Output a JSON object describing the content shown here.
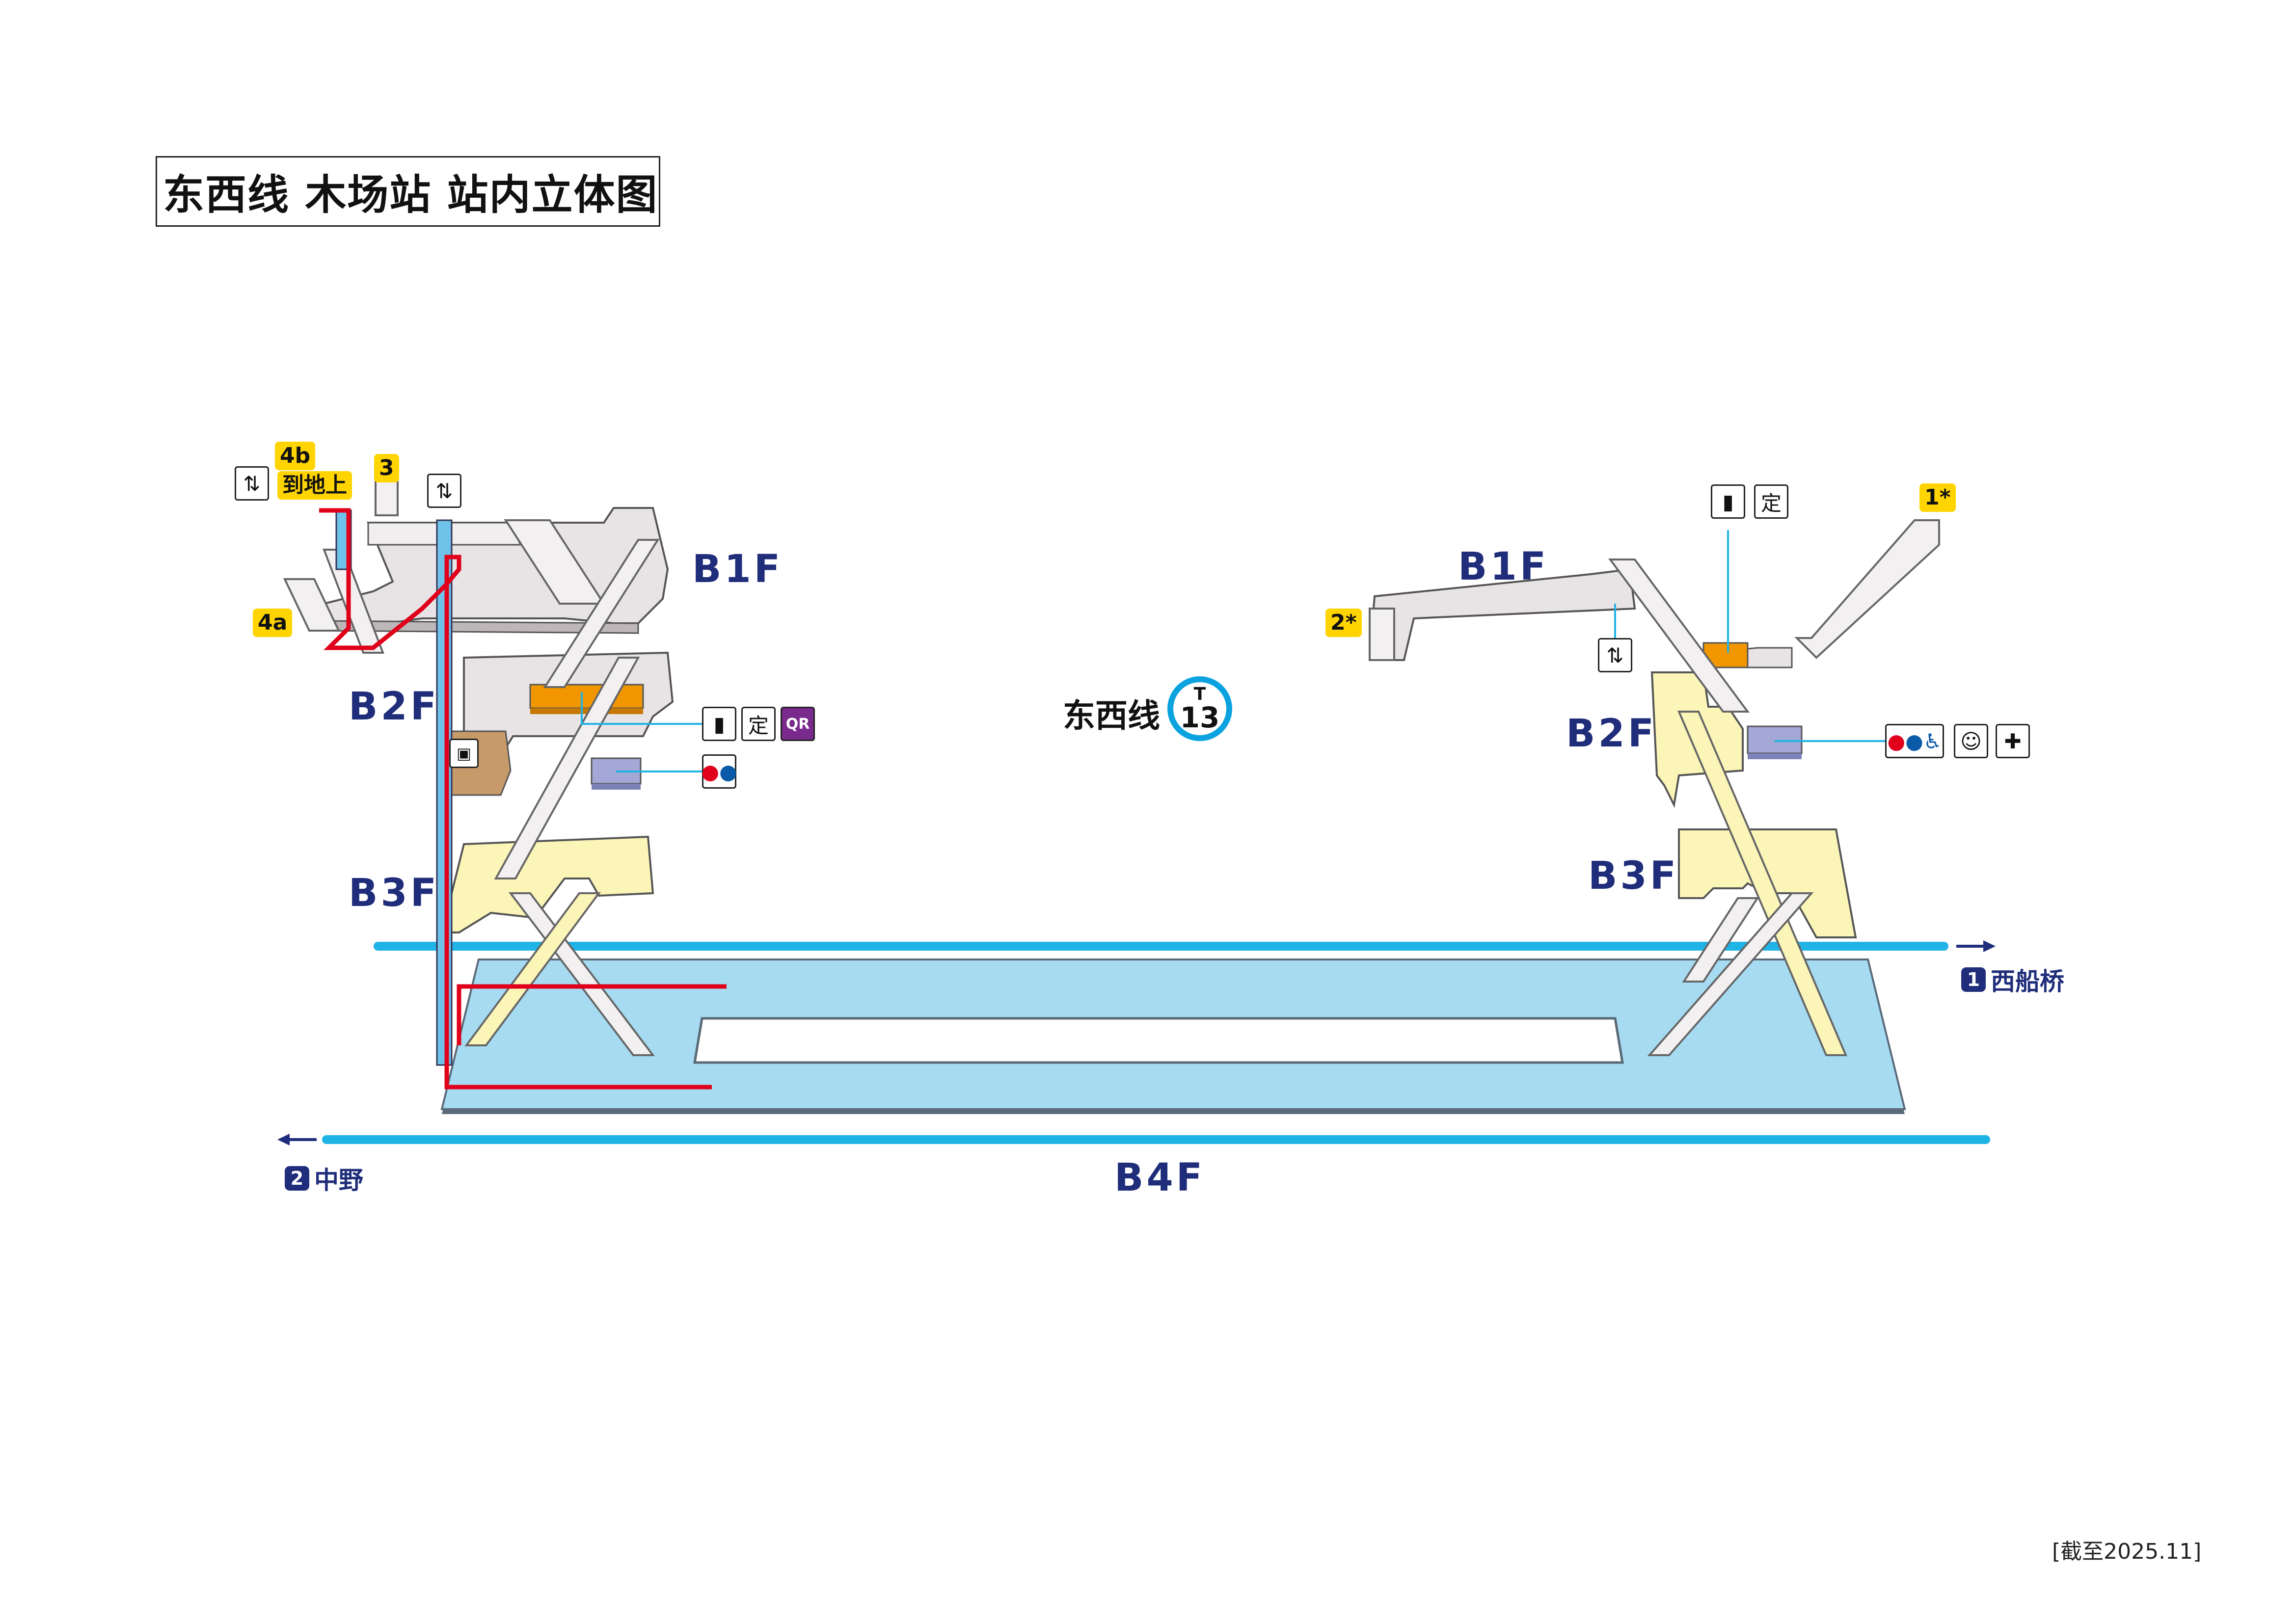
{
  "title": "东西线 木场站 站内立体图",
  "floors": {
    "left_b1f": "B1F",
    "left_b2f": "B2F",
    "left_b3f": "B3F",
    "right_b1f": "B1F",
    "right_b2f": "B2F",
    "right_b3f": "B3F",
    "b4f": "B4F"
  },
  "exits": {
    "exit_4b": "4b",
    "exit_4b_sub": "到地上",
    "exit_3": "3",
    "exit_4a": "4a",
    "exit_2": "2*",
    "exit_1": "1*"
  },
  "line": {
    "name": "东西线",
    "code_letter": "T",
    "code_number": "13",
    "color": "#0aa3e0"
  },
  "destinations": {
    "dir1_num": "1",
    "dir1_name": "西船桥",
    "dir2_num": "2",
    "dir2_name": "中野"
  },
  "icons": {
    "left_elevator_4b": "elevator-icon",
    "left_elevator_3": "elevator-icon",
    "left_ticket_machine": "ticket-machine-icon",
    "left_pass_office": "commuter-pass-icon",
    "left_qr": "QR",
    "left_toilet": "toilet-icon",
    "right_ticket_machine": "ticket-machine-icon",
    "right_pass_office": "commuter-pass-icon",
    "right_elevator": "elevator-icon",
    "right_toilet": "toilet-icon",
    "right_baby": "baby-room-icon",
    "right_ostomate": "ostomate-icon",
    "pass_label": "定"
  },
  "colors": {
    "platform": "#a6dbf2",
    "concourse": "#e8e4e6",
    "b2_yellow": "#fbf5b8",
    "track_line": "#1fb3e6",
    "route_red": "#e0001b",
    "elevator_blue": "#6fc3ea",
    "ticket_orange": "#f29600",
    "toilet_lavender": "#a3a8d6",
    "office_brown": "#c79a6a",
    "floor_label": "#1f2d7a",
    "exit_yellow": "#ffd400"
  },
  "as_of": "[截至2025.11]"
}
